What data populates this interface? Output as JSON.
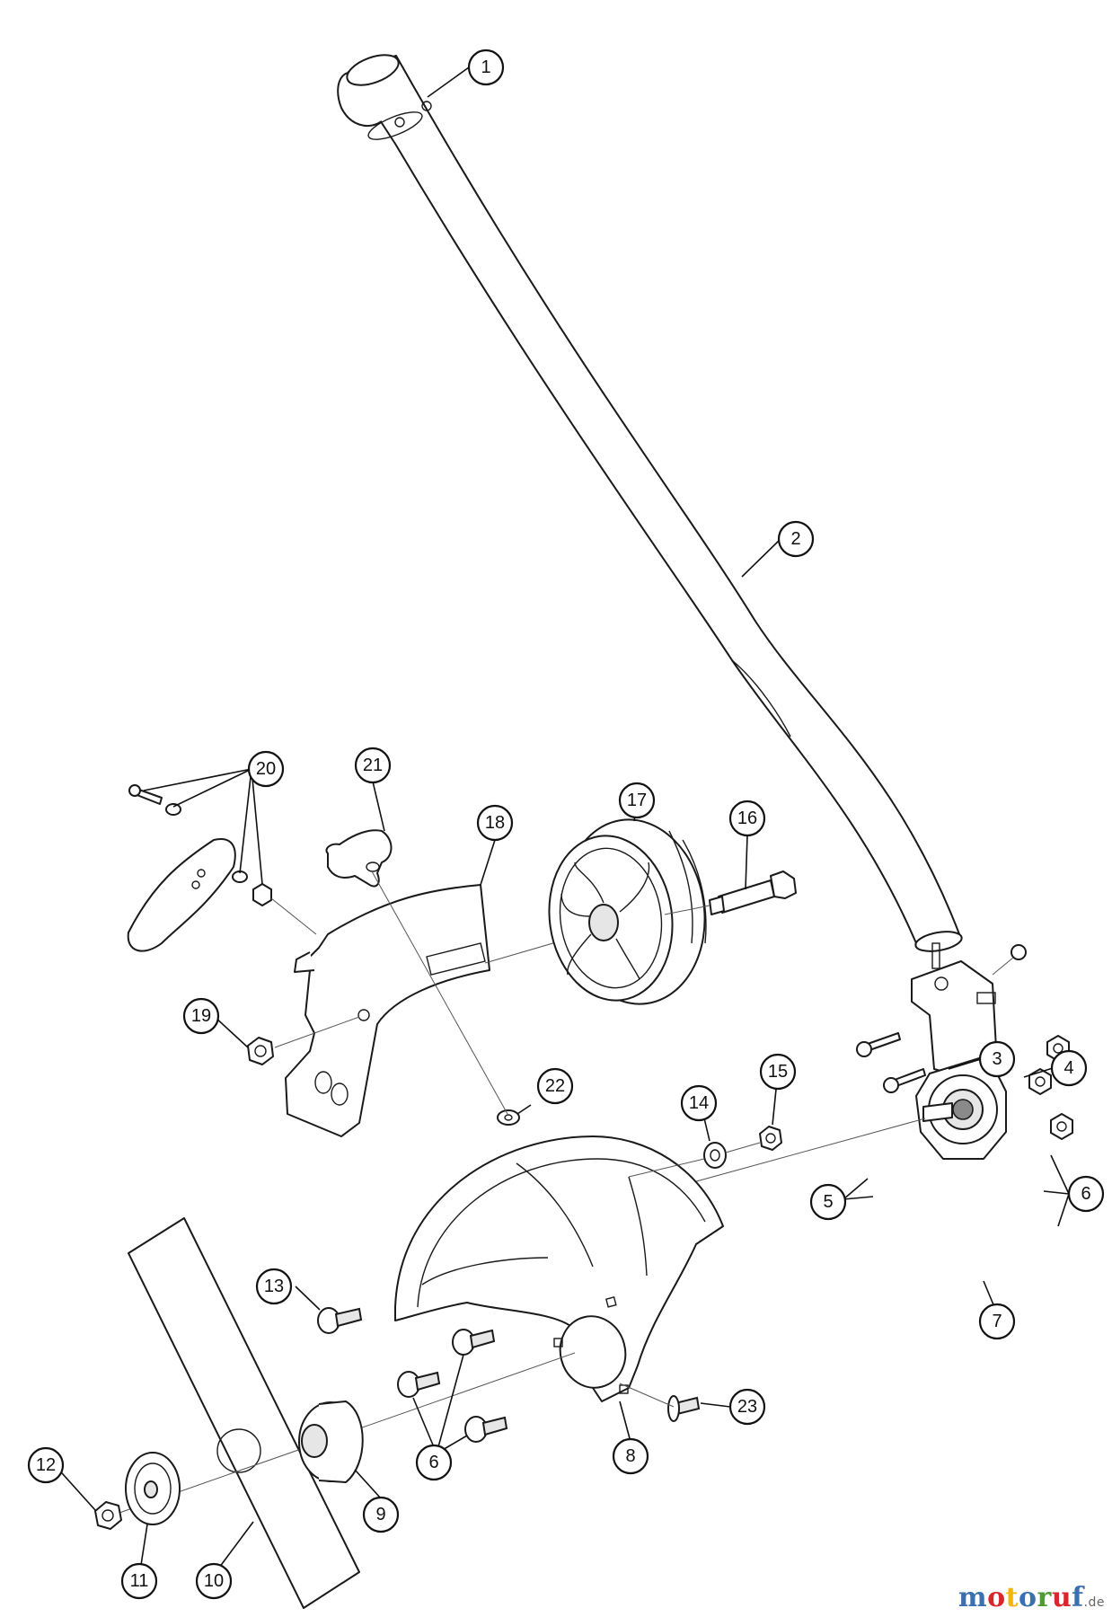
{
  "callouts": [
    {
      "id": "c1",
      "label": "1"
    },
    {
      "id": "c2",
      "label": "2"
    },
    {
      "id": "c3",
      "label": "3"
    },
    {
      "id": "c4",
      "label": "4"
    },
    {
      "id": "c5",
      "label": "5"
    },
    {
      "id": "c6a",
      "label": "6"
    },
    {
      "id": "c6b",
      "label": "6"
    },
    {
      "id": "c7",
      "label": "7"
    },
    {
      "id": "c8",
      "label": "8"
    },
    {
      "id": "c9",
      "label": "9"
    },
    {
      "id": "c10",
      "label": "10"
    },
    {
      "id": "c11",
      "label": "11"
    },
    {
      "id": "c12",
      "label": "12"
    },
    {
      "id": "c13",
      "label": "13"
    },
    {
      "id": "c14",
      "label": "14"
    },
    {
      "id": "c15",
      "label": "15"
    },
    {
      "id": "c16",
      "label": "16"
    },
    {
      "id": "c17",
      "label": "17"
    },
    {
      "id": "c18",
      "label": "18"
    },
    {
      "id": "c19",
      "label": "19"
    },
    {
      "id": "c20",
      "label": "20"
    },
    {
      "id": "c21",
      "label": "21"
    },
    {
      "id": "c22",
      "label": "22"
    },
    {
      "id": "c23",
      "label": "23"
    }
  ],
  "watermark": {
    "letters": [
      "m",
      "o",
      "t",
      "o",
      "r",
      "u",
      "f"
    ],
    "suffix": ".de"
  }
}
